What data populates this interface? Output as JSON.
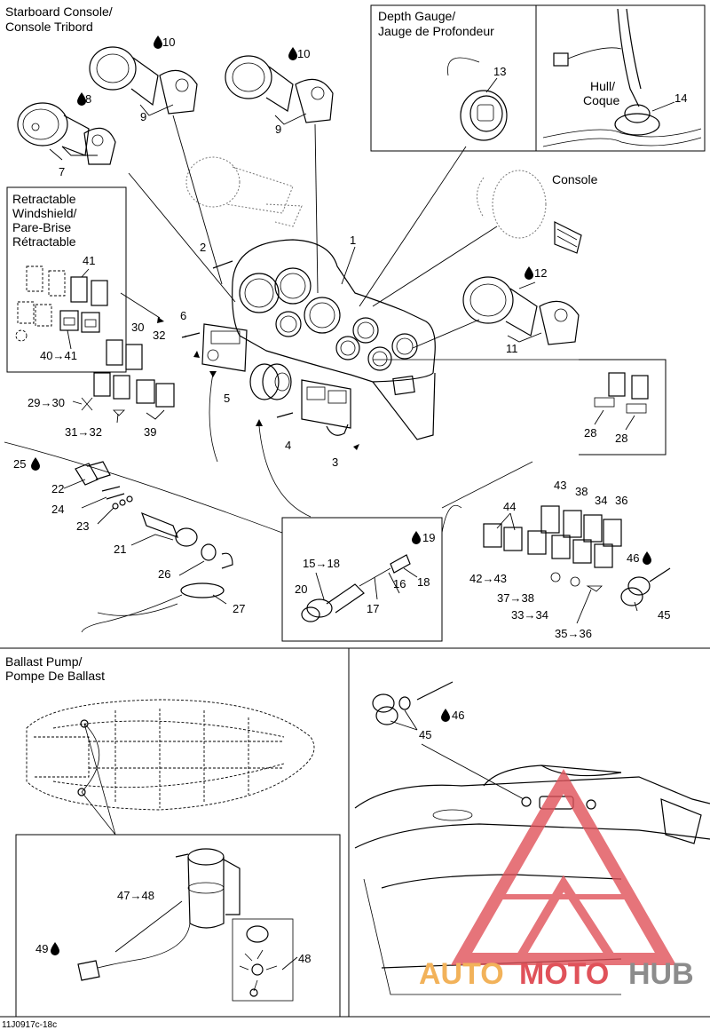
{
  "sections": {
    "starboard_console": {
      "title_en": "Starboard Console/",
      "title_fr": "Console Tribord"
    },
    "depth_gauge": {
      "title_en": "Depth Gauge/",
      "title_fr": "Jauge de Profondeur"
    },
    "hull": {
      "label_en": "Hull/",
      "label_fr": "Coque"
    },
    "console": {
      "label": "Console"
    },
    "retractable_windshield": {
      "line1": "Retractable",
      "line2": "Windshield/",
      "line3": "Pare-Brise",
      "line4": "Rétractable"
    },
    "ballast_pump": {
      "title_en": "Ballast Pump/",
      "title_fr": "Pompe De Ballast"
    }
  },
  "callouts": {
    "c1": "1",
    "c2": "2",
    "c3": "3",
    "c4": "4",
    "c5": "5",
    "c6": "6",
    "c7": "7",
    "c8": "8",
    "c9a": "9",
    "c9b": "9",
    "c10a": "10",
    "c10b": "10",
    "c11": "11",
    "c12": "12",
    "c13": "13",
    "c14": "14",
    "c17": "17",
    "c16": "16",
    "c18": "18",
    "c19": "19",
    "c20": "20",
    "c15_18": "15→18",
    "c21": "21",
    "c22": "22",
    "c23": "23",
    "c24": "24",
    "c25": "25",
    "c26": "26",
    "c27": "27",
    "c28a": "28",
    "c28b": "28",
    "c29_30": "29→30",
    "c30": "30",
    "c31_32": "31→32",
    "c32": "32",
    "c33_34": "33→34",
    "c34": "34",
    "c35_36": "35→36",
    "c36": "36",
    "c37_38": "37→38",
    "c38": "38",
    "c39": "39",
    "c40_41": "40→41",
    "c41": "41",
    "c42_43": "42→43",
    "c43": "43",
    "c44": "44",
    "c45a": "45",
    "c45b": "45",
    "c46a": "46",
    "c46b": "46",
    "c47_48": "47→48",
    "c48": "48",
    "c49": "49"
  },
  "footer": {
    "drawing_code": "11J0917c-18c"
  },
  "watermark": {
    "text_a": "AUTO",
    "text_b": "MOTO",
    "text_c": "HUB",
    "color_orange": "#f2b25a",
    "color_red": "#e0525a",
    "color_gray": "#8c8c8c"
  }
}
